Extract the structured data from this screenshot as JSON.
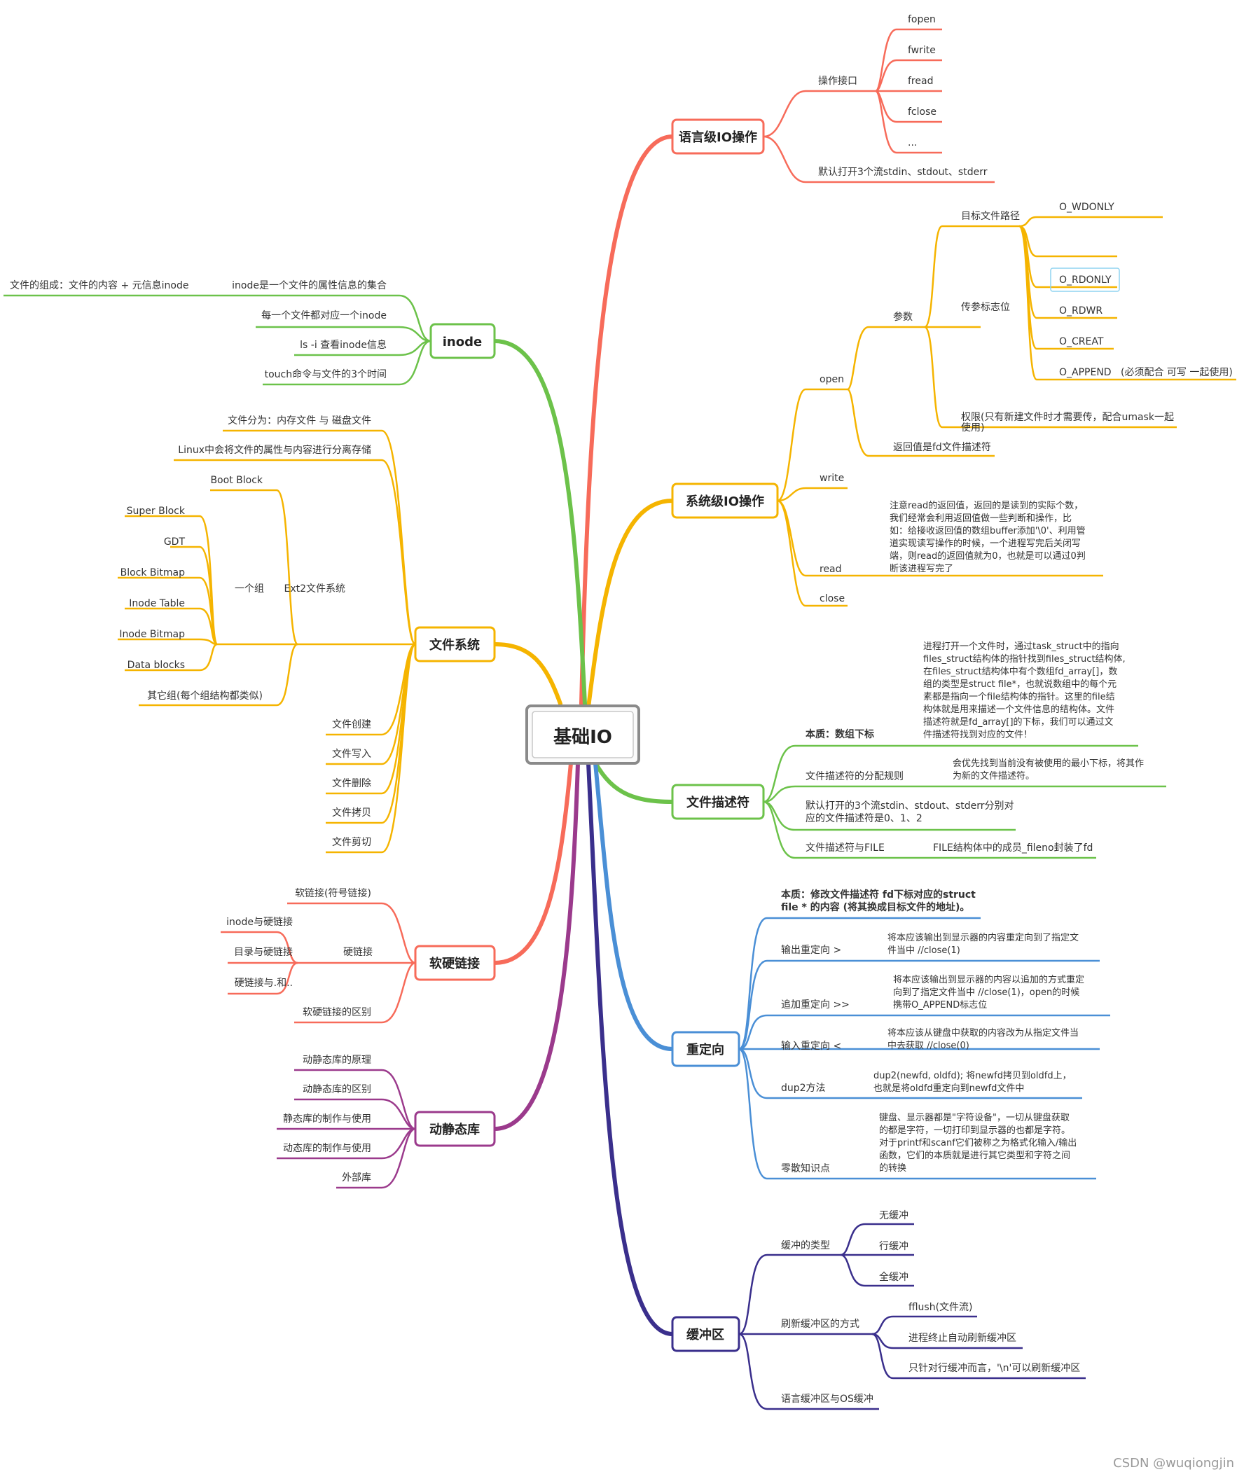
{
  "root": {
    "label": "基础IO"
  },
  "branches": {
    "lang": {
      "label": "语言级IO操作",
      "color": "#f76b5a",
      "ops": "操作接口",
      "fopen": "fopen",
      "fwrite": "fwrite",
      "fread": "fread",
      "fclose": "fclose",
      "etc": "...",
      "std": "默认打开3个流stdin、stdout、stderr"
    },
    "sys": {
      "label": "系统级IO操作",
      "color": "#f5b400",
      "open": "open",
      "param": "参数",
      "path": "目标文件路径",
      "flags": "传参标志位",
      "wronly": "O_WDONLY",
      "rdonly": "O_RDONLY",
      "rdwr": "O_RDWR",
      "creat": "O_CREAT",
      "append": "O_APPEND",
      "append_note": "(必须配合 可写 一起使用)",
      "perm1": "权限(只有新建文件时才需要传，配合umask一起",
      "perm2": "使用)",
      "ret": "返回值是fd文件描述符",
      "write": "write",
      "read": "read",
      "read_note": [
        "注意read的返回值，返回的是读到的实际个数，",
        "我们经常会利用返回值做一些判断和操作，比",
        "如：给接收返回值的数组buffer添加'\\0'、利用管",
        "道实现读写操作的时候，一个进程写完后关闭写",
        "端，则read的返回值就为0，也就是可以通过0判",
        "断该进程写完了"
      ],
      "close": "close"
    },
    "fd": {
      "label": "文件描述符",
      "color": "#6cc24a",
      "essence": "本质：数组下标",
      "essence_note": [
        "进程打开一个文件时，通过task_struct中的指向",
        "files_struct结构体的指针找到files_struct结构体,",
        "在files_struct结构体中有个数组fd_array[]，数",
        "组的类型是struct file*，也就说数组中的每个元",
        "素都是指向一个file结构体的指针。这里的file结",
        "构体就是用来描述一个文件信息的结构体。文件",
        "描述符就是fd_array[]的下标，我们可以通过文",
        "件描述符找到对应的文件！"
      ],
      "alloc": "文件描述符的分配规则",
      "alloc_note": [
        "会优先找到当前没有被使用的最小下标，将其作",
        "为新的文件描述符。"
      ],
      "default1": "默认打开的3个流stdin、stdout、stderr分别对",
      "default2": "应的文件描述符是0、1、2",
      "file": "文件描述符与FILE",
      "file_note": "FILE结构体中的成员_fileno封装了fd"
    },
    "redir": {
      "label": "重定向",
      "color": "#4a8fd6",
      "essence1": "本质：修改文件描述符 fd下标对应的struct",
      "essence2": "file * 的内容 (将其换成目标文件的地址)。",
      "out": "输出重定向 >",
      "out_note": [
        "将本应该输出到显示器的内容重定向到了指定文",
        "件当中    //close(1)"
      ],
      "app": "追加重定向 >>",
      "app_note": [
        "将本应该输出到显示器的内容以追加的方式重定",
        "向到了指定文件当中     //close(1)，open的时候",
        "携带O_APPEND标志位"
      ],
      "in": "输入重定向 <",
      "in_note": [
        "将本应该从键盘中获取的内容改为从指定文件当",
        "中去获取     //close(0)"
      ],
      "dup": "dup2方法",
      "dup_note": [
        "dup2(newfd, oldfd); 将newfd拷贝到oldfd上，",
        "也就是将oldfd重定向到newfd文件中"
      ],
      "misc": "零散知识点",
      "misc_note": [
        "键盘、显示器都是\"字符设备\"，一切从键盘获取",
        "的都是字符，一切打印到显示器的也都是字符。",
        "对于printf和scanf它们被称之为格式化输入/输出",
        "函数，它们的本质就是进行其它类型和字符之间",
        "的转换"
      ]
    },
    "buf": {
      "label": "缓冲区",
      "color": "#3a2f8c",
      "type": "缓冲的类型",
      "none": "无缓冲",
      "line": "行缓冲",
      "full": "全缓冲",
      "flush": "刷新缓冲区的方式",
      "fflush": "fflush(文件流)",
      "exit": "进程终止自动刷新缓冲区",
      "nl": "只针对行缓冲而言，'\\n'可以刷新缓冲区",
      "os": "语言缓冲区与OS缓冲"
    },
    "inode": {
      "label": "inode",
      "color": "#6cc24a",
      "set": "inode是一个文件的属性信息的集合",
      "compose": "文件的组成：文件的内容 + 元信息inode",
      "each": "每一个文件都对应一个inode",
      "ls": "ls -i 查看inode信息",
      "touch": "touch命令与文件的3个时间"
    },
    "fs": {
      "label": "文件系统",
      "color": "#f5b400",
      "split": "文件分为：内存文件 与 磁盘文件",
      "sep": "Linux中会将文件的属性与内容进行分离存储",
      "ext2": "Ext2文件系统",
      "boot": "Boot Block",
      "group": "一个组",
      "super": "Super Block",
      "gdt": "GDT",
      "bbitmap": "Block Bitmap",
      "itable": "Inode Table",
      "ibitmap": "Inode Bitmap",
      "data": "Data blocks",
      "others": "其它组(每个组结构都类似)",
      "create": "文件创建",
      "write": "文件写入",
      "delete": "文件删除",
      "copy": "文件拷贝",
      "cut": "文件剪切"
    },
    "link": {
      "label": "软硬链接",
      "color": "#f76b5a",
      "soft": "软链接(符号链接)",
      "hard": "硬链接",
      "inode": "inode与硬链接",
      "dir": "目录与硬链接",
      "dots": "硬链接与.和..",
      "diff": "软硬链接的区别"
    },
    "lib": {
      "label": "动静态库",
      "color": "#9b3a8c",
      "principle": "动静态库的原理",
      "diff": "动静态库的区别",
      "static": "静态库的制作与使用",
      "dynamic": "动态库的制作与使用",
      "ext": "外部库"
    }
  },
  "watermark": "CSDN @wuqiongjin"
}
